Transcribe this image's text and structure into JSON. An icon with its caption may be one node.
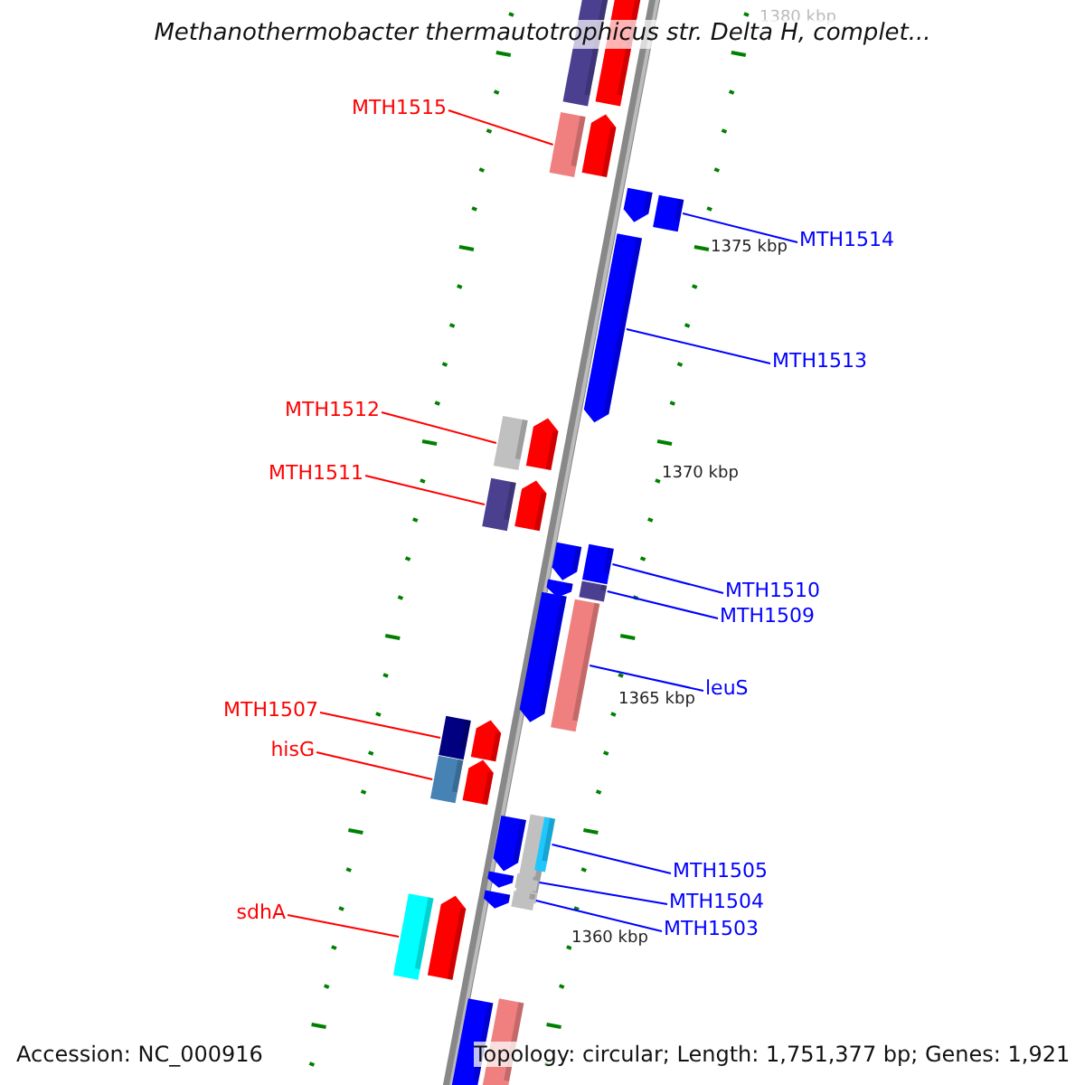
{
  "diagram": {
    "title": "Methanothermobacter thermautotrophicus str. Delta H, complet...",
    "nodes": [
      {
        "text": [
          "MTH1515"
        ]
      },
      {
        "text": [
          "MTH1514"
        ]
      },
      {
        "text": [
          "MTH1513"
        ]
      },
      {
        "text": [
          "MTH1512"
        ]
      },
      {
        "text": [
          "MTH1511"
        ]
      },
      {
        "text": [
          "MTH1510"
        ]
      },
      {
        "text": [
          "MTH1509"
        ]
      },
      {
        "text": [
          "leuS"
        ]
      },
      {
        "text": [
          "MTH1507"
        ]
      },
      {
        "text": [
          "hisG"
        ]
      },
      {
        "text": [
          "MTH1505"
        ]
      },
      {
        "text": [
          "MTH1504"
        ]
      },
      {
        "text": [
          "MTH1503"
        ]
      },
      {
        "text": [
          "sdhA"
        ]
      },
      {
        "text": [],
        "shape": "box"
      },
      {
        "text": [],
        "shape": "box"
      },
      {
        "text": [],
        "shape": "box"
      },
      {
        "text": [],
        "shape": "box"
      },
      {
        "text": [],
        "shape": "box"
      },
      {
        "text": [],
        "shape": "box"
      },
      {
        "text": [],
        "shape": "box"
      },
      {
        "text": [],
        "shape": "box"
      },
      {
        "text": [],
        "shape": "box"
      },
      {
        "text": [],
        "shape": "box"
      },
      {
        "text": [],
        "shape": "box"
      },
      {
        "text": [],
        "shape": "box"
      },
      {
        "text": [],
        "shape": "box"
      },
      {
        "text": [],
        "shape": "box"
      }
    ],
    "edges": [
      {
        "from": 0,
        "to": 14,
        "arrow": "none",
        "color": "#ff0000"
      },
      {
        "from": 1,
        "to": 15,
        "arrow": "none"
      },
      {
        "from": 2,
        "to": 16,
        "arrow": "none"
      },
      {
        "from": 3,
        "to": 17,
        "arrow": "none",
        "color": "#ff0000"
      },
      {
        "from": 4,
        "to": 18,
        "arrow": "none",
        "color": "#ff0000"
      },
      {
        "from": 5,
        "to": 19,
        "arrow": "none"
      },
      {
        "from": 6,
        "to": 20,
        "arrow": "none"
      },
      {
        "from": 7,
        "to": 21,
        "arrow": "none"
      },
      {
        "from": 8,
        "to": 22,
        "arrow": "none",
        "color": "#ff0000"
      },
      {
        "from": 9,
        "to": 23,
        "arrow": "none",
        "color": "#ff0000"
      },
      {
        "from": 10,
        "to": 24,
        "arrow": "none"
      },
      {
        "from": 11,
        "to": 25,
        "arrow": "none"
      },
      {
        "from": 12,
        "to": 26,
        "arrow": "none"
      },
      {
        "from": 13,
        "to": 27,
        "arrow": "none",
        "color": "#ff0000"
      }
    ],
    "labels": [
      "1380 kbp",
      "1375 kbp",
      "1370 kbp",
      "1365 kbp",
      "1360 kbp",
      "Accession: NC_000916",
      "Topology: circular; Length: 1,751,377 bp; Genes: 1,921"
    ]
  }
}
